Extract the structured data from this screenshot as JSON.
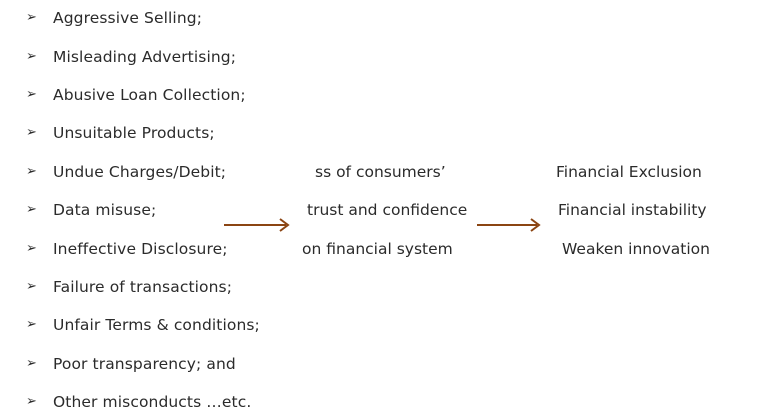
{
  "causes": [
    {
      "label": "Aggressive Selling;"
    },
    {
      "label": "Misleading Advertising;"
    },
    {
      "label": "Abusive Loan Collection;"
    },
    {
      "label": "Unsuitable Products;"
    },
    {
      "label": "Undue Charges/Debit;"
    },
    {
      "label": "Data misuse;"
    },
    {
      "label": "Ineffective Disclosure;"
    },
    {
      "label": "Failure of  transactions;"
    },
    {
      "label": "Unfair Terms & conditions;"
    },
    {
      "label": "Poor transparency; and"
    },
    {
      "label": "Other misconducts …etc."
    }
  ],
  "bullet_glyph": "➢",
  "middle": {
    "line1": "ss of consumers’",
    "line2": "trust and confidence",
    "line3": "on financial system"
  },
  "outcomes": {
    "line1": "Financial Exclusion",
    "line2": "Financial instability",
    "line3": "Weaken innovation"
  },
  "colors": {
    "text": "#2b2b2b",
    "arrow": "#8b4513"
  }
}
